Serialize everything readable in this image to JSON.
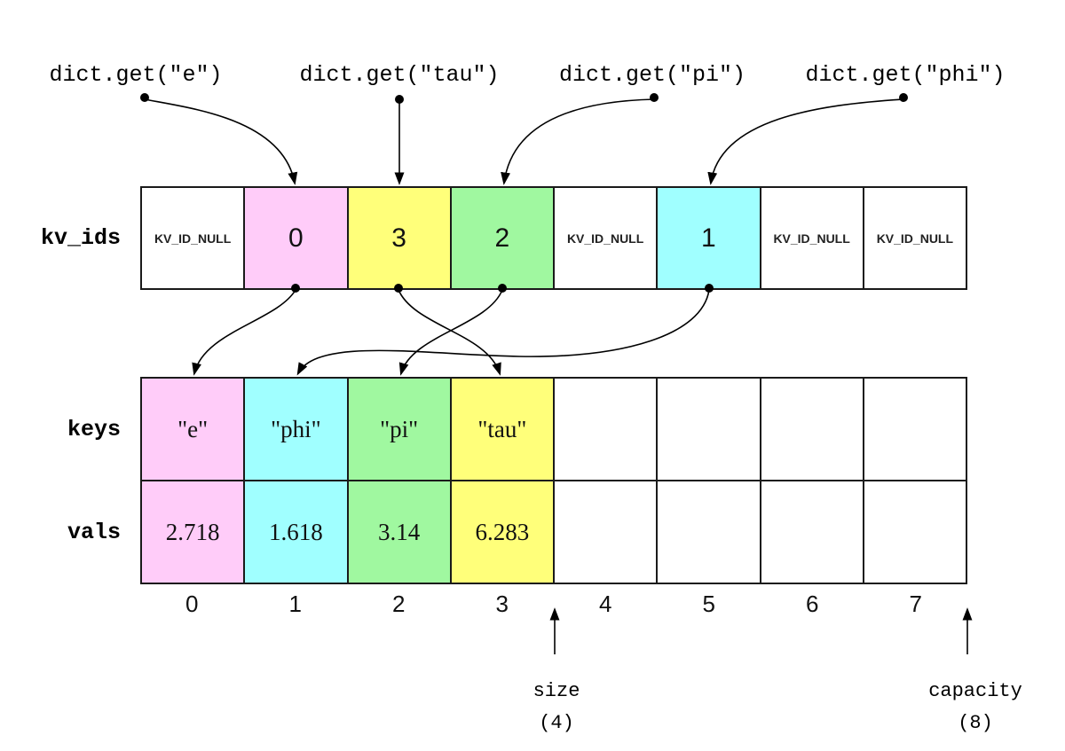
{
  "diagram": {
    "title_hint": "open-addressing dictionary: kv_ids slot array with keys/vals dense arrays",
    "lookups": [
      {
        "label": "dict.get(\"e\")",
        "points_to_slot": 1
      },
      {
        "label": "dict.get(\"tau\")",
        "points_to_slot": 2
      },
      {
        "label": "dict.get(\"pi\")",
        "points_to_slot": 3
      },
      {
        "label": "dict.get(\"phi\")",
        "points_to_slot": 5
      }
    ],
    "kv_ids": {
      "label": "kv_ids",
      "cells": [
        {
          "text": "KV_ID_NULL",
          "color": "#ffffff",
          "null": true
        },
        {
          "text": "0",
          "color": "#ffccf9"
        },
        {
          "text": "3",
          "color": "#ffff7a"
        },
        {
          "text": "2",
          "color": "#a0f8a0"
        },
        {
          "text": "KV_ID_NULL",
          "color": "#ffffff",
          "null": true
        },
        {
          "text": "1",
          "color": "#a0ffff"
        },
        {
          "text": "KV_ID_NULL",
          "color": "#ffffff",
          "null": true
        },
        {
          "text": "KV_ID_NULL",
          "color": "#ffffff",
          "null": true
        }
      ]
    },
    "slot_links": [
      {
        "from_slot": 1,
        "kv_index": 0
      },
      {
        "from_slot": 2,
        "kv_index": 3
      },
      {
        "from_slot": 3,
        "kv_index": 2
      },
      {
        "from_slot": 5,
        "kv_index": 1
      }
    ],
    "keys": {
      "label": "keys",
      "cells": [
        {
          "text": "\"e\"",
          "color": "#ffccf9"
        },
        {
          "text": "\"phi\"",
          "color": "#a0ffff"
        },
        {
          "text": "\"pi\"",
          "color": "#a0f8a0"
        },
        {
          "text": "\"tau\"",
          "color": "#ffff7a"
        },
        {
          "text": "",
          "color": "#ffffff"
        },
        {
          "text": "",
          "color": "#ffffff"
        },
        {
          "text": "",
          "color": "#ffffff"
        },
        {
          "text": "",
          "color": "#ffffff"
        }
      ]
    },
    "vals": {
      "label": "vals",
      "cells": [
        {
          "text": "2.718",
          "color": "#ffccf9"
        },
        {
          "text": "1.618",
          "color": "#a0ffff"
        },
        {
          "text": "3.14",
          "color": "#a0f8a0"
        },
        {
          "text": "6.283",
          "color": "#ffff7a"
        },
        {
          "text": "",
          "color": "#ffffff"
        },
        {
          "text": "",
          "color": "#ffffff"
        },
        {
          "text": "",
          "color": "#ffffff"
        },
        {
          "text": "",
          "color": "#ffffff"
        }
      ]
    },
    "indices": [
      "0",
      "1",
      "2",
      "3",
      "4",
      "5",
      "6",
      "7"
    ],
    "size_marker": {
      "label": "size",
      "value": "(4)"
    },
    "capacity_marker": {
      "label": "capacity",
      "value": "(8)"
    },
    "colors": {
      "pink": "#ffccf9",
      "cyan": "#a0ffff",
      "green": "#a0f8a0",
      "yellow": "#ffff7a",
      "line": "#000000",
      "border": "#1a1a1a"
    }
  }
}
